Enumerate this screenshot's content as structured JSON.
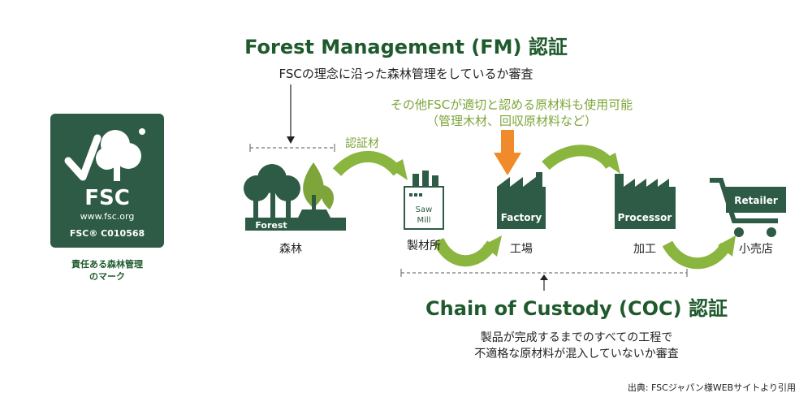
{
  "fm": {
    "title": "Forest Management (FM) 認証",
    "subtitle": "FSCの理念に沿った森林管理をしているか審査"
  },
  "other_materials": {
    "line1": "その他FSCが適切と認める原材料も使用可能",
    "line2": "（管理木材、回収原材料など）"
  },
  "certified_material_label": "認証材",
  "logo": {
    "brand": "FSC",
    "url": "www.fsc.org",
    "code": "FSC® C010568",
    "caption_line1": "責任ある森林管理",
    "caption_line2": "のマーク"
  },
  "stages": [
    {
      "icon_text": "Forest",
      "label": "森林"
    },
    {
      "icon_text_1": "Saw",
      "icon_text_2": "Mill",
      "label": "製材所"
    },
    {
      "icon_text": "Factory",
      "label": "工場"
    },
    {
      "icon_text": "Processor",
      "label": "加工"
    },
    {
      "icon_text": "Retailer",
      "label": "小売店"
    }
  ],
  "coc": {
    "title": "Chain of Custody (COC) 認証",
    "subtitle_line1": "製品が完成するまでのすべての工程で",
    "subtitle_line2": "不適格な原材料が混入していないか審査"
  },
  "citation": "出典: FSCジャパン様WEBサイトより引用",
  "colors": {
    "dark_green": "#2d5b45",
    "light_green": "#8ab53f",
    "orange": "#f08a2a"
  }
}
